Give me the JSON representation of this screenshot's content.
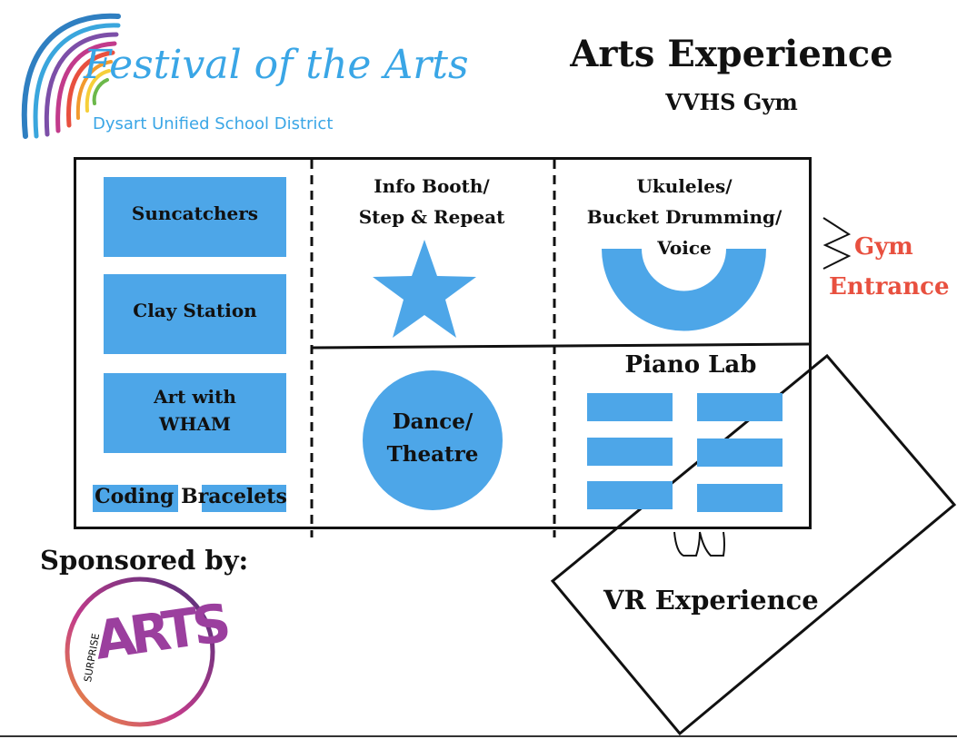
{
  "header": {
    "title": "Arts Experience",
    "subtitle": "VVHS Gym"
  },
  "logo": {
    "wordmark": "Festival of the Arts",
    "district": "Dysart Unified School District",
    "arc_colors": [
      "#2f7fc1",
      "#3aa6dd",
      "#7c4fa8",
      "#c23b8b",
      "#e8503f",
      "#f29a2e",
      "#f6cf3a",
      "#6cb84a"
    ]
  },
  "stations": {
    "suncatchers": "Suncatchers",
    "clay": "Clay Station",
    "art_wham_1": "Art with",
    "art_wham_2": "WHAM",
    "coding": "Coding Bracelets",
    "info_1": "Info Booth/",
    "info_2": "Step & Repeat",
    "ukulele_1": "Ukuleles/",
    "ukulele_2": "Bucket Drumming/",
    "ukulele_3": "Voice",
    "dance_1": "Dance/",
    "dance_2": "Theatre",
    "piano": "Piano Lab",
    "vr": "VR Experience"
  },
  "entrance": {
    "line1": "Gym",
    "line2": "Entrance"
  },
  "sponsor": {
    "label": "Sponsored by:",
    "logo_word": "ARTS",
    "logo_small": "SURPRISE"
  },
  "colors": {
    "station_blue": "#4da6e8",
    "entrance_red": "#e8503f"
  }
}
